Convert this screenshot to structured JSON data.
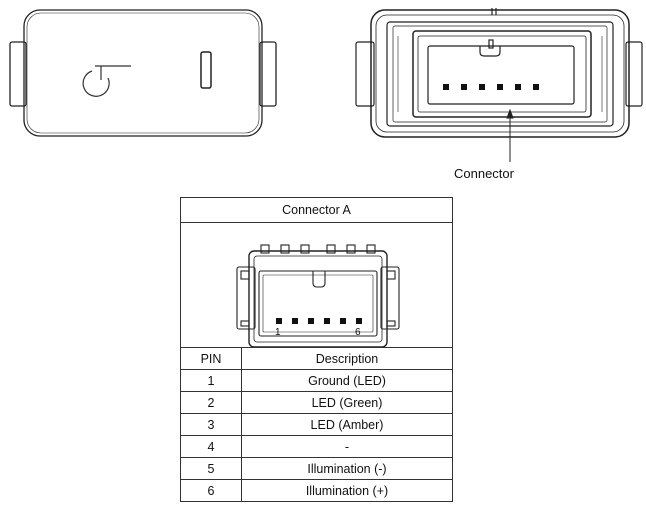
{
  "callout": {
    "connector_label": "Connector"
  },
  "connector_table": {
    "title": "Connector A",
    "pin_first": "1",
    "pin_last": "6",
    "headers": {
      "pin": "PIN",
      "description": "Description"
    },
    "rows": [
      {
        "pin": "1",
        "description": "Ground (LED)"
      },
      {
        "pin": "2",
        "description": "LED (Green)"
      },
      {
        "pin": "3",
        "description": "LED (Amber)"
      },
      {
        "pin": "4",
        "description": "-"
      },
      {
        "pin": "5",
        "description": "Illumination (-)"
      },
      {
        "pin": "6",
        "description": "Illumination (+)"
      }
    ]
  }
}
